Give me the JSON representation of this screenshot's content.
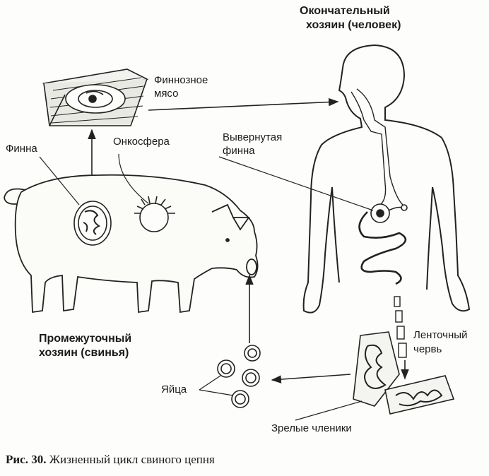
{
  "labels": {
    "final_host_line1": "Окончательный",
    "final_host_line2": "хозяин (человек)",
    "finnoznoe_line1": "Финнозное",
    "finnoznoe_line2": "мясо",
    "vyvernutaya_line1": "Вывернутая",
    "vyvernutaya_line2": "финна",
    "finna": "Финна",
    "onkosfera": "Онкосфера",
    "intermediate_line1": "Промежуточный",
    "intermediate_line2": "хозяин (свинья)",
    "lentochny_line1": "Ленточный",
    "lentochny_line2": "червь",
    "yaitsa": "Яйца",
    "zrelye": "Зрелые членики"
  },
  "caption": {
    "number": "Рис. 30.",
    "text": "Жизненный цикл свиного цепня"
  }
}
